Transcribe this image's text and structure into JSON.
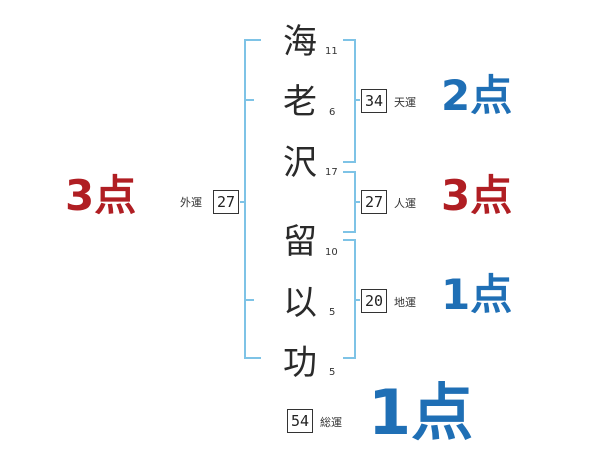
{
  "name_chars": [
    {
      "char": "海",
      "strokes": "11"
    },
    {
      "char": "老",
      "strokes": "6"
    },
    {
      "char": "沢",
      "strokes": "17"
    },
    {
      "char": "留",
      "strokes": "10"
    },
    {
      "char": "以",
      "strokes": "5"
    },
    {
      "char": "功",
      "strokes": "5"
    }
  ],
  "fortunes": {
    "gaiun": {
      "label": "外運",
      "value": "27",
      "score": "3点",
      "color": "#b01e23"
    },
    "tenun": {
      "label": "天運",
      "value": "34",
      "score": "2点",
      "color": "#1f6fb5"
    },
    "jinun": {
      "label": "人運",
      "value": "27",
      "score": "3点",
      "color": "#b01e23"
    },
    "chiun": {
      "label": "地運",
      "value": "20",
      "score": "1点",
      "color": "#1f6fb5"
    },
    "souun": {
      "label": "総運",
      "value": "54",
      "score": "1点",
      "color": "#1f6fb5"
    }
  },
  "bracket_color": "#7ec3e6"
}
